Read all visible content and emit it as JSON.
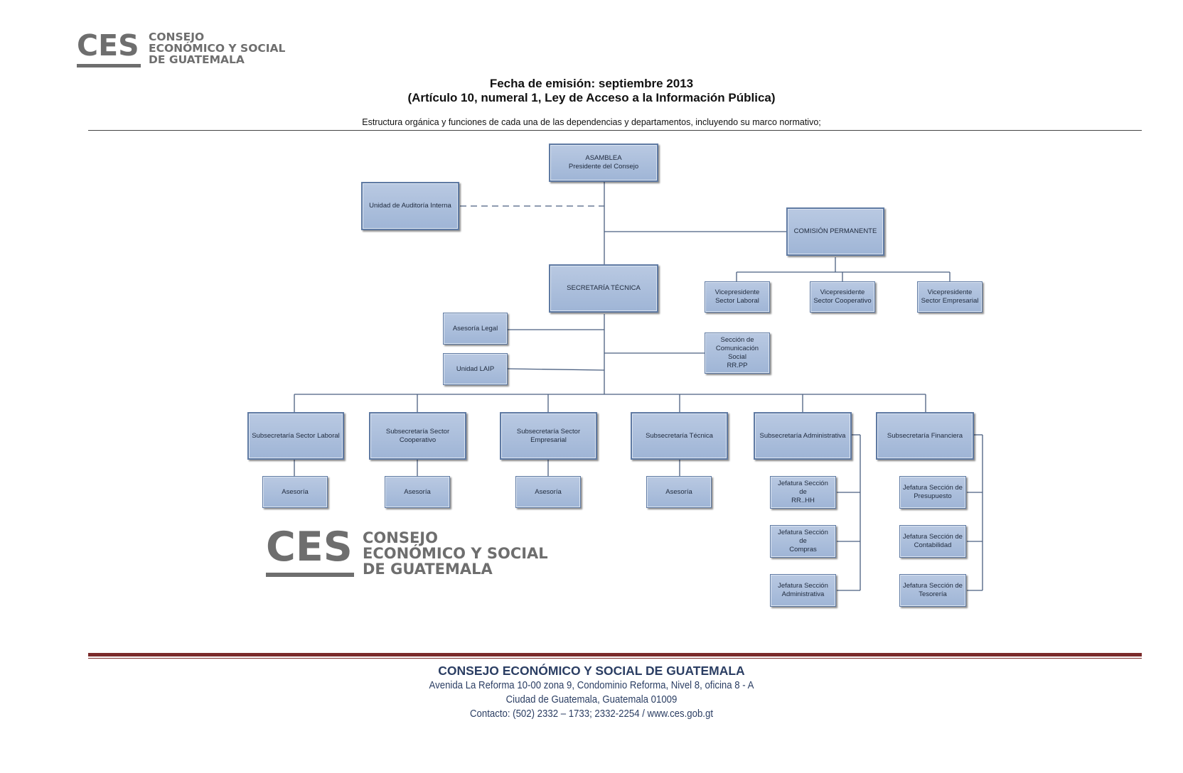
{
  "header": {
    "logo": {
      "mark": "CES",
      "line1": "CONSEJO",
      "line2": "ECONÓMICO Y SOCIAL",
      "line3": "DE GUATEMALA"
    },
    "title_line1": "Fecha de emisión: septiembre 2013",
    "title_line2": "(Artículo 10, numeral 1, Ley de Acceso a la Información Pública)",
    "subtitle": "Estructura orgánica y funciones de cada una de las dependencias y departamentos, incluyendo su marco normativo;"
  },
  "org": {
    "asamblea": "ASAMBLEA\nPresidente del Consejo",
    "auditoria": "Unidad de Auditoría Interna",
    "comision": "COMISIÓN PERMANENTE",
    "secretaria": "SECRETARÍA TÉCNICA",
    "vice_laboral": "Vicepresidente\nSector Laboral",
    "vice_cooperativo": "Vicepresidente\nSector Cooperativo",
    "vice_empresarial": "Vicepresidente\nSector Empresarial",
    "asesoria_legal": "Asesoría Legal",
    "unidad_laip": "Unidad LAIP",
    "comunicacion": "Sección de\nComunicación Social\nRR.PP",
    "sub_laboral": "Subsecretaría Sector Laboral",
    "sub_cooperativo": "Subsecretaría Sector\nCooperativo",
    "sub_empresarial": "Subsecretaría Sector\nEmpresarial",
    "sub_tecnica": "Subsecretaría Técnica",
    "sub_administrativa": "Subsecretaría Administrativa",
    "sub_financiera": "Subsecretaría Financiera",
    "asesoria_1": "Asesoría",
    "asesoria_2": "Asesoría",
    "asesoria_3": "Asesoría",
    "asesoria_4": "Asesoría",
    "jef_rrhh": "Jefatura Sección de\nRR..HH",
    "jef_compras": "Jefatura Sección de\nCompras",
    "jef_administrativa": "Jefatura Sección\nAdministrativa",
    "jef_presupuesto": "Jefatura Sección de\nPresupuesto",
    "jef_contabilidad": "Jefatura Sección de\nContabilidad",
    "jef_tesoreria": "Jefatura Sección de\nTesorería"
  },
  "watermark_logo": {
    "mark": "CES",
    "line1": "CONSEJO",
    "line2": "ECONÓMICO Y SOCIAL",
    "line3": "DE GUATEMALA"
  },
  "footer": {
    "org_name": "CONSEJO ECONÓMICO Y SOCIAL DE GUATEMALA",
    "address": "Avenida La Reforma 10-00 zona 9, Condominio Reforma, Nivel 8, oficina 8 - A",
    "city": "Ciudad de Guatemala, Guatemala 01009",
    "contact": "Contacto: (502) 2332 – 1733; 2332-2254 / www.ces.gob.gt"
  }
}
